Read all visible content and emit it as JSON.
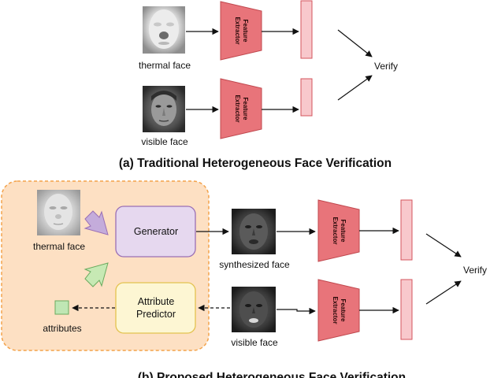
{
  "panel_a": {
    "thermal_label": "thermal face",
    "visible_label": "visible face",
    "extractor_line1": "Feature",
    "extractor_line2": "Extractor",
    "verify_label": "Verify",
    "caption": "(a) Traditional Heterogeneous Face Verification"
  },
  "panel_b": {
    "thermal_label": "thermal face",
    "attributes_label": "attributes",
    "generator_label": "Generator",
    "predictor_line1": "Attribute",
    "predictor_line2": "Predictor",
    "synthesized_label": "synthesized face",
    "visible_label": "visible face",
    "extractor_line1": "Feature",
    "extractor_line2": "Extractor",
    "verify_label": "Verify",
    "caption": "(b) Proposed Heterogeneous Face Verification"
  },
  "colors": {
    "extractor_fill": "#e8747a",
    "extractor_stroke": "#c0484e",
    "feature_bar_fill": "#f8c8cc",
    "feature_bar_stroke": "#d4555c",
    "orange_panel_fill": "#fde0c3",
    "orange_panel_stroke": "#f3a24a",
    "generator_fill": "#e6d8ef",
    "generator_stroke": "#9a6fb5",
    "predictor_fill": "#fdf6d3",
    "predictor_stroke": "#e3c24e",
    "attribute_square_fill": "#bfe6b4",
    "attribute_square_stroke": "#6aaa5e",
    "purple_arrow": "#c4acdb",
    "green_arrow": "#c7e9b4"
  }
}
